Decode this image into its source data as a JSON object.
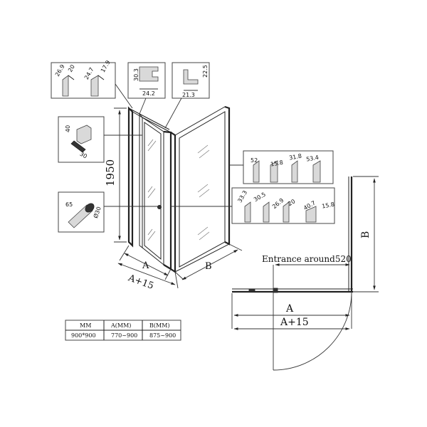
{
  "dimensions": {
    "height": "1950",
    "width_a": "A",
    "width_a_plus": "A+15",
    "width_b": "B"
  },
  "plan_view": {
    "entrance": "Entrance around520",
    "a": "A",
    "a_plus": "A+15",
    "b": "B"
  },
  "details": {
    "profile_top": [
      "26.9",
      "20",
      "24.7",
      "17.9"
    ],
    "profile_u": [
      "30.3",
      "24.2"
    ],
    "profile_l": [
      "22.5",
      "21.3"
    ],
    "hinge_bracket": [
      "40",
      "30"
    ],
    "knob": [
      "65",
      "Ø30"
    ],
    "profile_right": [
      "52",
      "15.8",
      "31.8",
      "53.4"
    ],
    "profile_bottom": [
      "33.3",
      "30.5",
      "26.9",
      "20",
      "40.7",
      "15.8"
    ]
  },
  "size_table": {
    "headers": [
      "MM",
      "A(MM)",
      "B(MM)"
    ],
    "rows": [
      [
        "900*900",
        "770~900",
        "875~900"
      ]
    ]
  }
}
